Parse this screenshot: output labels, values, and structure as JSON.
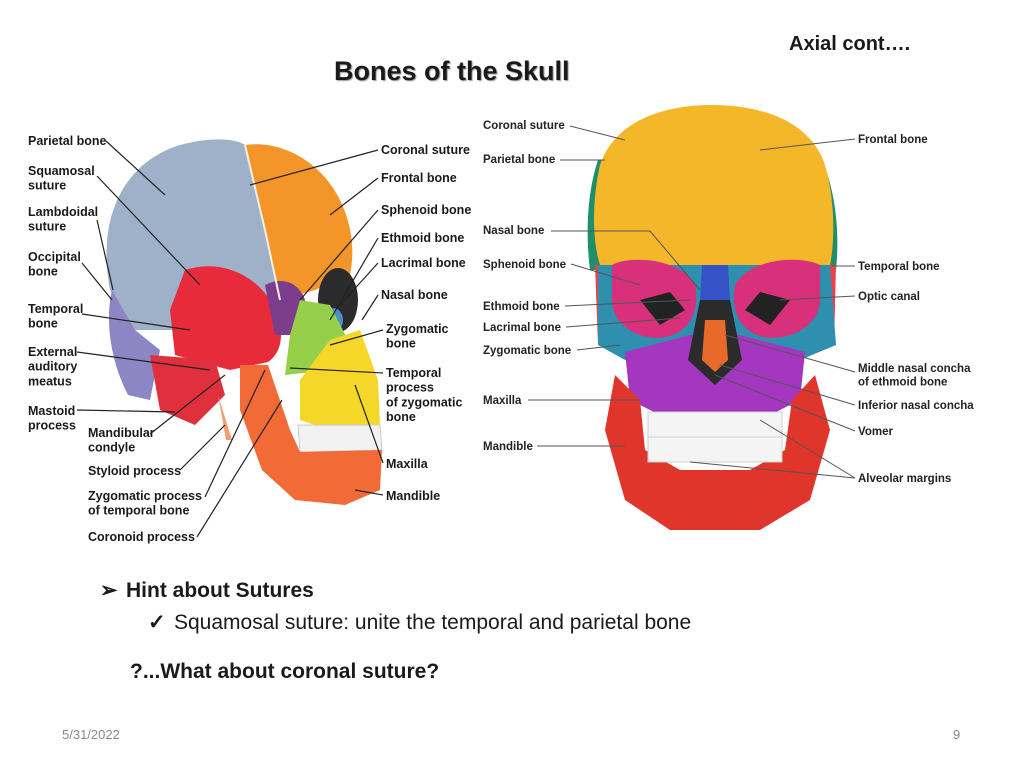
{
  "corner_label": "Axial cont….",
  "title": "Bones of the Skull",
  "lateral_labels_left": [
    "Parietal bone",
    "Squamosal suture",
    "Lambdoidal suture",
    "Occipital bone",
    "Temporal bone",
    "External auditory meatus",
    "Mastoid process"
  ],
  "lateral_labels_bottom": [
    "Mandibular condyle",
    "Styloid process",
    "Zygomatic process of temporal bone",
    "Coronoid process"
  ],
  "lateral_labels_right": [
    "Coronal suture",
    "Frontal bone",
    "Sphenoid bone",
    "Ethmoid bone",
    "Lacrimal bone",
    "Nasal bone",
    "Zygomatic bone",
    "Temporal process of zygomatic bone",
    "Maxilla",
    "Mandible"
  ],
  "anterior_labels_left": [
    "Coronal suture",
    "Parietal bone",
    "Nasal bone",
    "Sphenoid bone",
    "Ethmoid bone",
    "Lacrimal bone",
    "Zygomatic bone",
    "Maxilla",
    "Mandible"
  ],
  "anterior_labels_right": [
    "Frontal bone",
    "Temporal bone",
    "Optic canal",
    "Middle nasal concha of ethmoid bone",
    "Inferior nasal concha",
    "Vomer",
    "Alveolar margins"
  ],
  "hint_marker": "➢",
  "hint_heading": "Hint about Sutures",
  "sub_marker": "✓",
  "sub_text": "Squamosal suture: unite the  temporal  and parietal bone",
  "question": "?...What about coronal suture?",
  "footer_date": "5/31/2022",
  "page_number": "9"
}
